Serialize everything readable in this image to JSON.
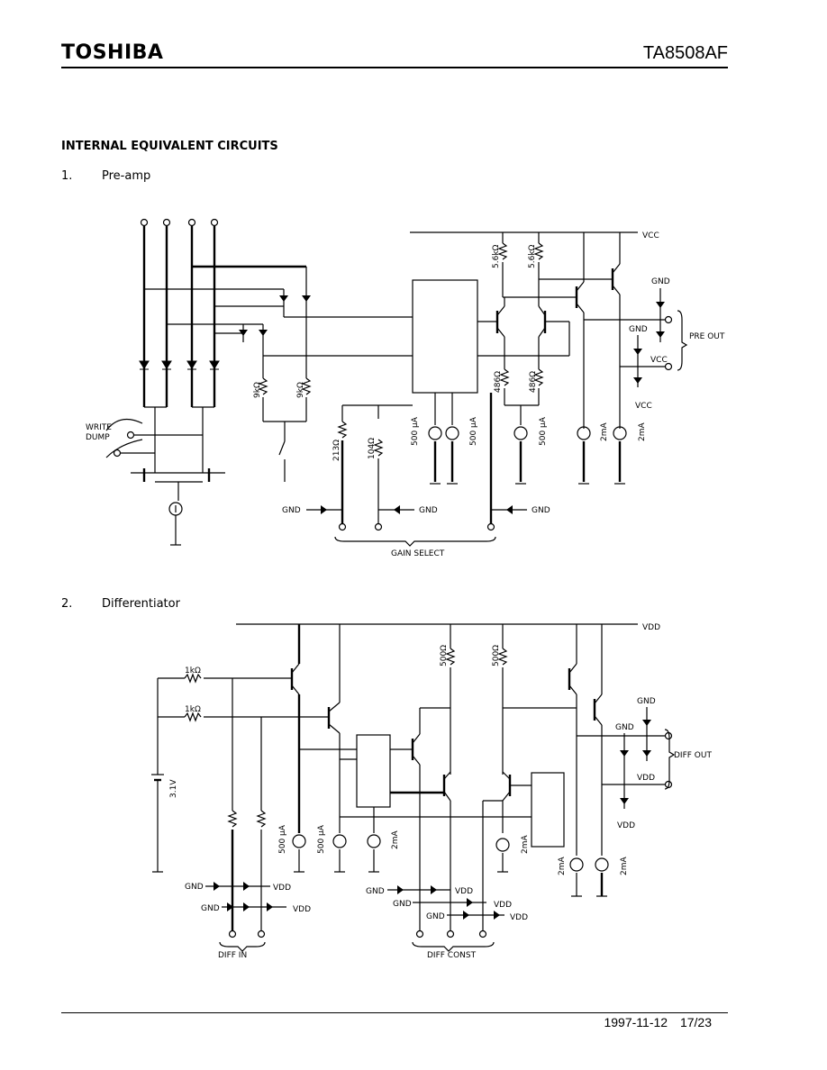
{
  "header": {
    "brand": "TOSHIBA",
    "part_number": "TA8508AF"
  },
  "section_title": "INTERNAL EQUIVALENT CIRCUITS",
  "subsections": [
    {
      "num": "1.",
      "title": "Pre-amp"
    },
    {
      "num": "2.",
      "title": "Differentiator"
    }
  ],
  "preamp": {
    "vcc": "VCC",
    "r1": "5.6kΩ",
    "r2": "5.6kΩ",
    "r3": "486Ω",
    "r4": "486Ω",
    "r5": "9kΩ",
    "r6": "9kΩ",
    "r7": "213Ω",
    "r8": "104Ω",
    "i1": "500 μA",
    "i2": "500 μA",
    "i3": "500 μA",
    "i4": "2mA",
    "i5": "2mA",
    "gnd": "GND",
    "pre_out": "PRE OUT",
    "write_dump": "WRITE DUMP",
    "gain_select": "GAIN SELECT"
  },
  "diff": {
    "vdd": "VDD",
    "r1": "1kΩ",
    "r2": "1kΩ",
    "r3": "500Ω",
    "r4": "500Ω",
    "v": "3.1V",
    "i1": "500 μA",
    "i2": "500 μA",
    "i3": "2mA",
    "i4": "2mA",
    "i5": "2mA",
    "i6": "2mA",
    "gnd": "GND",
    "diff_out": "DIFF OUT",
    "diff_in": "DIFF IN",
    "diff_const": "DIFF CONST"
  },
  "footer": {
    "date": "1997-11-12",
    "page": "17/23"
  }
}
